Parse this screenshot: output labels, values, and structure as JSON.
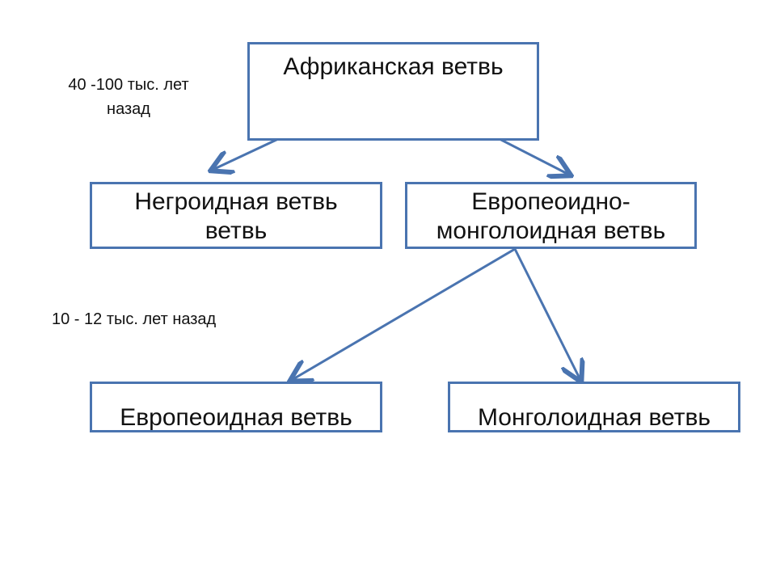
{
  "boxes": {
    "african": "Африканская ветвь",
    "negroid_line1": "Негроидная ветвь",
    "negroid_line2": "ветвь",
    "euromongol_line1": "Европеоидно-",
    "euromongol_line2": "монголоидная ветвь",
    "europeoid": "Европеоидная ветвь",
    "mongoloid": "Монголоидная ветвь"
  },
  "labels": {
    "time1_line1": "40 -100  тыс. лет",
    "time1_line2": "назад",
    "time2": "10 - 12  тыс. лет назад"
  },
  "colors": {
    "line": "#4a74b0"
  }
}
